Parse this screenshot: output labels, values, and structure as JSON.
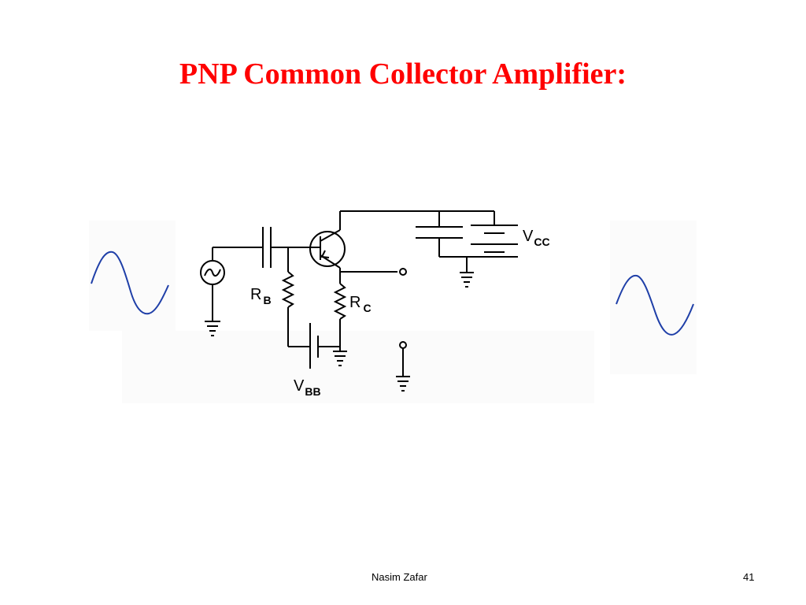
{
  "slide": {
    "title": "PNP Common Collector Amplifier:",
    "footer_author": "Nasim Zafar",
    "footer_page": "41"
  },
  "circuit": {
    "labels": {
      "rb_main": "R",
      "rb_sub": "B",
      "rc_main": "R",
      "rc_sub": "C",
      "vcc_main": "V",
      "vcc_sub": "CC",
      "vbb_main": "V",
      "vbb_sub": "BB"
    },
    "colors": {
      "wire": "#000000",
      "waveform": "#1f3fa8",
      "title": "#ff0000"
    }
  }
}
